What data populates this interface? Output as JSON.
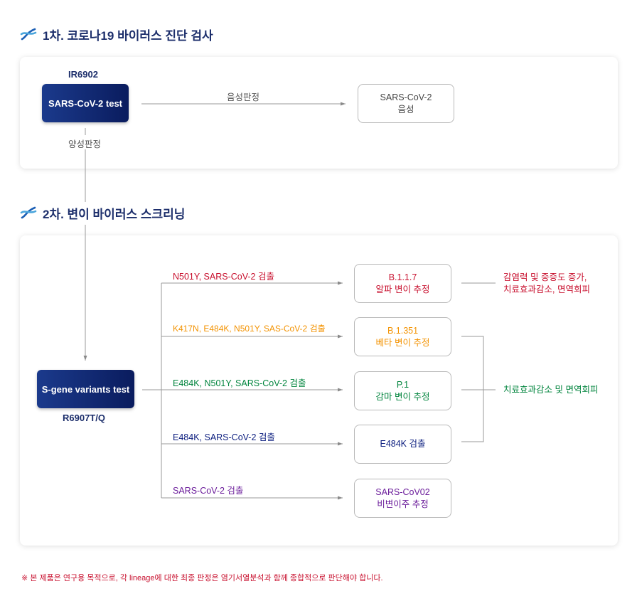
{
  "section1": {
    "title": "1차. 코로나19 바이러스 진단 검사"
  },
  "section2": {
    "title": "2차. 변이 바이러스 스크리닝"
  },
  "icon": "dna-helix-icon",
  "step1": {
    "code": "IR6902",
    "test_label": "SARS-CoV-2 test",
    "negative_label": "음성판정",
    "positive_label": "양성판정",
    "negative_result": [
      "SARS-CoV-2",
      "음성"
    ]
  },
  "step2": {
    "test_label": "S-gene variants test",
    "code": "R6907T/Q",
    "branches": [
      {
        "label": "N501Y, SARS-CoV-2 검출",
        "result": [
          "B.1.1.7",
          "알파 변이 추정"
        ],
        "color": "#c8102e"
      },
      {
        "label": "K417N, E484K, N501Y, SAS-CoV-2 검출",
        "result": [
          "B.1.351",
          "베타 변이 추정"
        ],
        "color": "#f39200"
      },
      {
        "label": "E484K, N501Y, SARS-CoV-2 검출",
        "result": [
          "P.1",
          "감마 변이 추정"
        ],
        "color": "#00843d"
      },
      {
        "label": "E484K, SARS-CoV-2 검출",
        "result": [
          "E484K 검출"
        ],
        "color": "#0a1c7e"
      },
      {
        "label": "SARS-CoV-2 검출",
        "result": [
          "SARS-CoV02",
          "비변이주 추정"
        ],
        "color": "#6a1b9a"
      }
    ],
    "outcomes": [
      {
        "text": [
          "감염력 및 중증도 증가,",
          "치료효과감소, 면역회피"
        ],
        "color": "#c8102e"
      },
      {
        "text": [
          "치료효과감소 및 면역회피"
        ],
        "color": "#00843d"
      }
    ]
  },
  "footnote": "※ 본 제품은 연구용 목적으로, 각 lineage에 대한 최종 판정은 염기서열분석과 함께 종합적으로 판단해야 합니다.",
  "colors": {
    "navy": "#1c2e6b",
    "line": "#9a9a9a"
  }
}
